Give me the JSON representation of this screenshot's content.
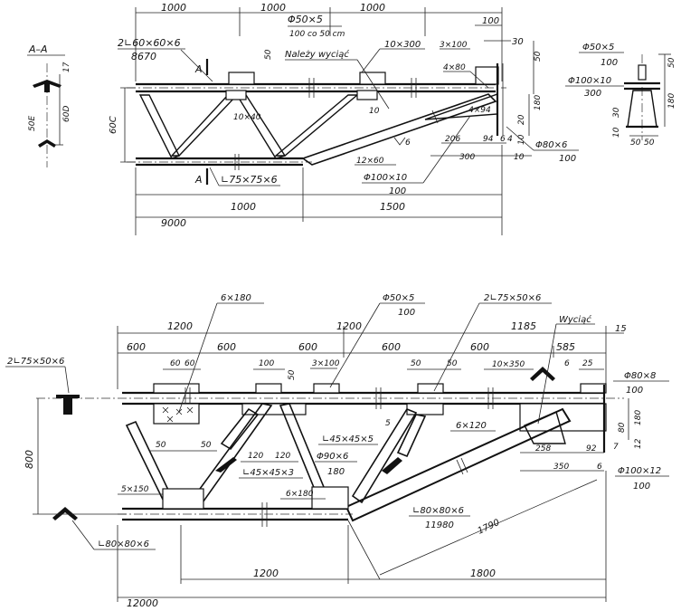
{
  "top_truss": {
    "dims_top": [
      "1000",
      "1000",
      "1000",
      "100",
      "30"
    ],
    "section_title": "A–A",
    "chord_label": "2∟60×60×6",
    "chord_length": "8670",
    "plate_top": "Φ50×5",
    "plate_top_spacing": "100 co 50 cm",
    "cut_note": "Należy wyciąć",
    "plate_10x300": "10×300",
    "weld_3x100": "3×100",
    "weld_4x80": "4×80",
    "weld_4x94": "4×94",
    "gusset_10x40": "10×40",
    "dim_50": "50",
    "dim_10": "10",
    "dim_6": "6",
    "weld_12x60": "12×60",
    "tube_label": "Φ100×10",
    "tube_length": "100",
    "bottom_chord_label": "∟75×75×6",
    "dim_206": "206",
    "dim_94": "94",
    "dim_6b": "6",
    "dim_4": "4",
    "dim_10b": "10",
    "dim_300": "300",
    "dim_10c": "10",
    "dim_20": "20",
    "dim_180": "180",
    "dim_50b": "50",
    "plate_80x6": "Φ80×6",
    "plate_80x6_len": "100",
    "bottom_dims": [
      "1000",
      "1500"
    ],
    "overall": "9000",
    "section_a_left": "A",
    "section_a_bottom": "A",
    "height": "60C",
    "sec_dims": [
      "17",
      "60D",
      "50E"
    ]
  },
  "right_detail": {
    "plate_label": "Φ50×5",
    "plate_len": "100",
    "tube_label": "Φ100×10",
    "tube_len": "300",
    "dims": [
      "50",
      "180",
      "10",
      "30",
      "50",
      "50"
    ]
  },
  "bottom_truss": {
    "weld_6x180": "6×180",
    "dim_1200_a": "1200",
    "dim_1200_b": "1200",
    "plate_50x5": "Φ50×5",
    "plate_50x5_len": "100",
    "chord_label": "2∟75×50×6",
    "cut_note": "Wyciąć",
    "dim_1185": "1185",
    "dim_15": "15",
    "dims_600": [
      "600",
      "600",
      "600",
      "600",
      "600"
    ],
    "dim_585": "585",
    "left_chord": "2∟75×50×6",
    "dims_60": [
      "60",
      "60"
    ],
    "dim_100": "100",
    "dim_50": "50",
    "weld_3x100": "3×100",
    "dim_50a": "50",
    "dim_50b": "50",
    "plate_10x350": "10×350",
    "dim_6": "6",
    "dim_25": "25",
    "plate_80x8": "Φ80×8",
    "plate_80x8_len": "100",
    "dim_180": "180",
    "dim_80": "80",
    "dim_12": "12",
    "dim_7": "7",
    "dim_5": "5",
    "angle_45x45x5": "∟45×45×5",
    "weld_6x120": "6×120",
    "dims_50_left": [
      "50",
      "50"
    ],
    "dims_120": [
      "120",
      "120"
    ],
    "angle_45x45x3": "∟45×45×3",
    "plate_90x6": "Φ90×6",
    "plate_90x6_len": "180",
    "dim_258": "258",
    "dim_92": "92",
    "dim_350": "350",
    "dim_6b": "6",
    "tube_100x12": "Φ100×12",
    "tube_100x12_len": "100",
    "height": "800",
    "weld_5x150": "5×150",
    "weld_6x180b": "6×180",
    "angle_80x80x6": "∟80×80×6",
    "angle_80_len": "11980",
    "dim_1790": "1790",
    "left_angle": "∟80×80×6",
    "bottom_dims": [
      "1200",
      "1800"
    ],
    "overall": "12000"
  }
}
